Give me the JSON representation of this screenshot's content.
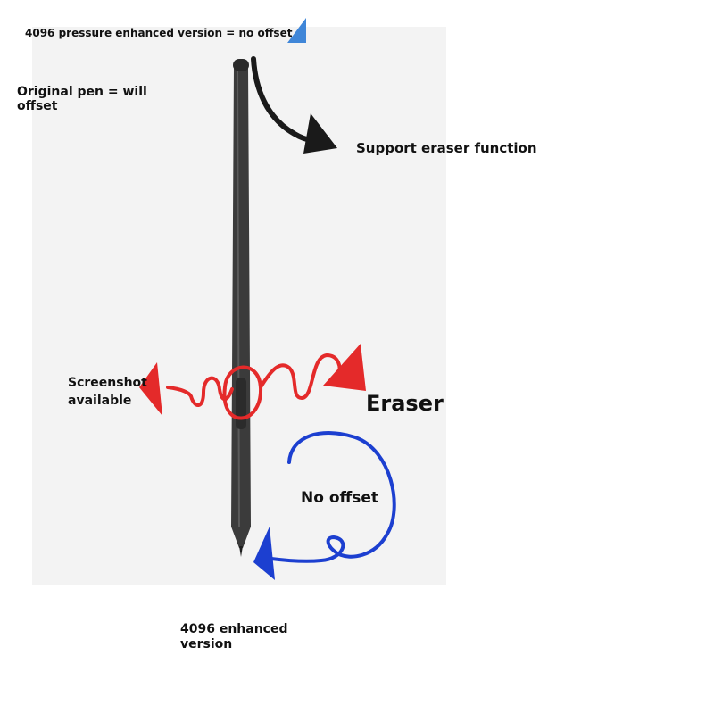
{
  "labels": {
    "top_caption": "4096 pressure enhanced version = no offset",
    "original_pen": "Original pen = will offset",
    "eraser_function": "Support eraser function",
    "screenshot": "Screenshot available",
    "eraser": "Eraser",
    "no_offset": "No offset",
    "enhanced_version": "4096 enhanced version"
  },
  "colors": {
    "background": "#ffffff",
    "photo_backdrop": "#f3f3f3",
    "pen_body": "#3b3b3b",
    "black_arrow": "#1a1a1a",
    "red_arrow": "#e42a2a",
    "blue_arrow": "#1c3fd0",
    "corner_mark": "#3f86d8"
  }
}
